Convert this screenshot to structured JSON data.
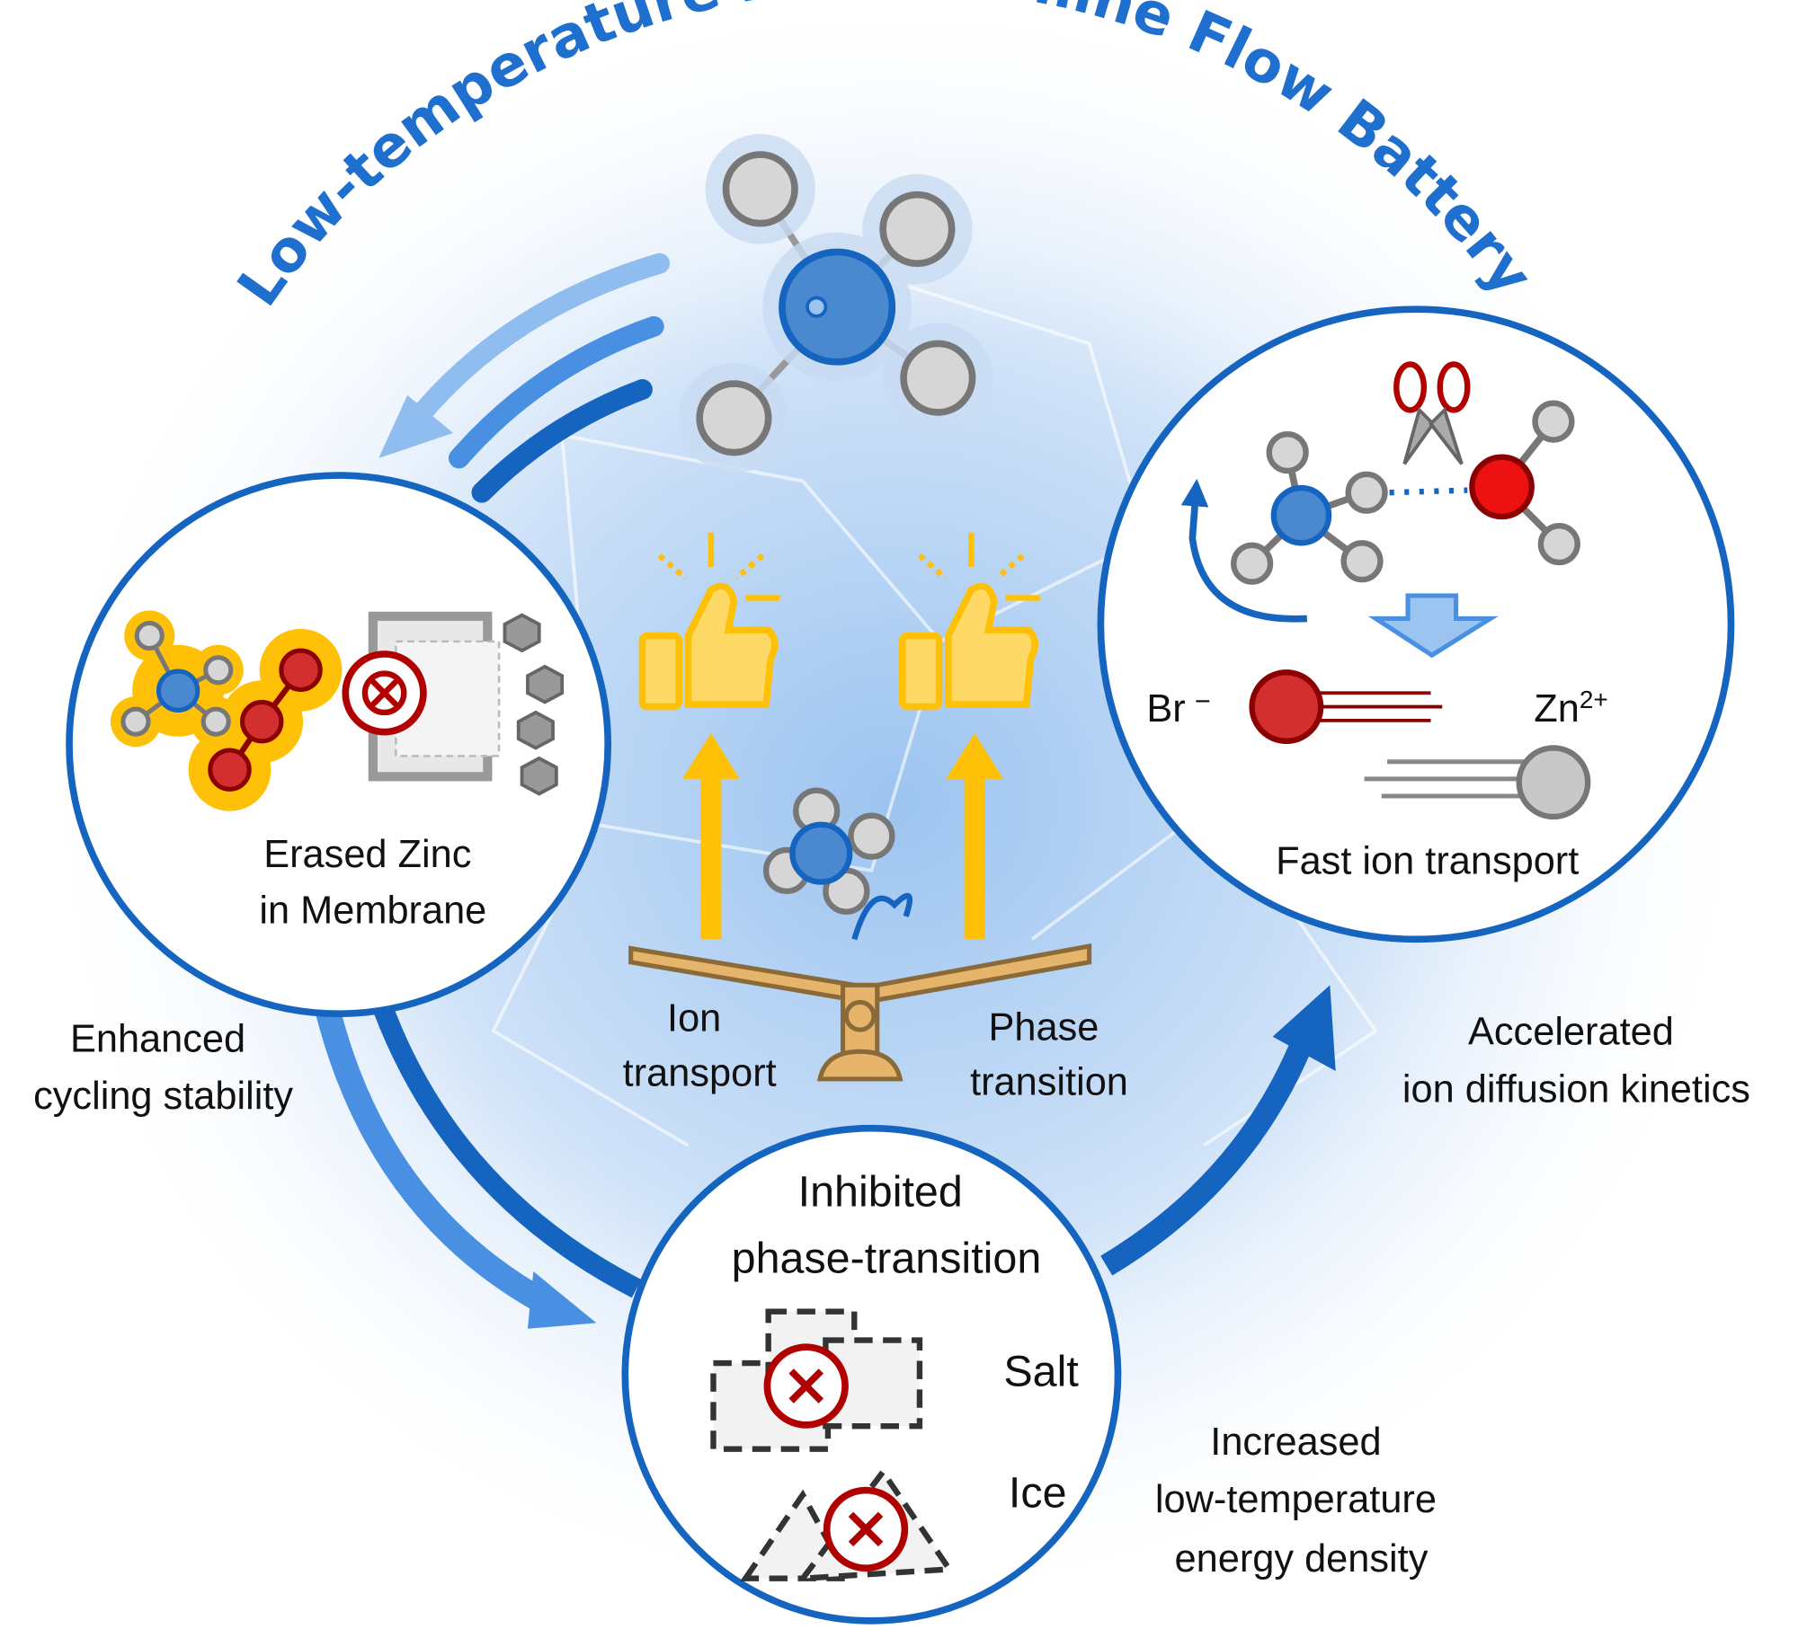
{
  "title": "Low-temperature Zinc-Bromine Flow Battery",
  "colors": {
    "primary_blue": "#1565c0",
    "light_blue": "#4a90e2",
    "accent_yellow": "#ffc107",
    "red": "#d32f2f",
    "gray": "#bdbdbd",
    "dark_red": "#b00000"
  },
  "left_panel": {
    "line1": "Erased Zinc",
    "line2": "in Membrane",
    "icons": [
      "molecule-icon",
      "prohibited-icon",
      "membrane-icon"
    ]
  },
  "right_panel": {
    "br_label": "Br",
    "br_charge": "−",
    "zn_label": "Zn",
    "zn_charge": "2+",
    "caption": "Fast ion transport",
    "icons": [
      "scissors-icon",
      "rotation-arrow-icon",
      "down-arrow-icon"
    ]
  },
  "bottom_panel": {
    "line1": "Inhibited",
    "line2": "phase-transition",
    "salt_label": "Salt",
    "ice_label": "Ice"
  },
  "center": {
    "ion_transport_line1": "Ion",
    "ion_transport_line2": "transport",
    "phase_transition_line1": "Phase",
    "phase_transition_line2": "transition",
    "icons": [
      "thumbs-up-icon",
      "thumbs-up-icon",
      "balance-scale-icon"
    ]
  },
  "outer_labels": {
    "enhanced": [
      "Enhanced",
      "cycling stability"
    ],
    "accelerated": [
      "Accelerated",
      "ion diffusion kinetics"
    ],
    "increased": [
      "Increased",
      "low-temperature",
      "energy density"
    ]
  }
}
